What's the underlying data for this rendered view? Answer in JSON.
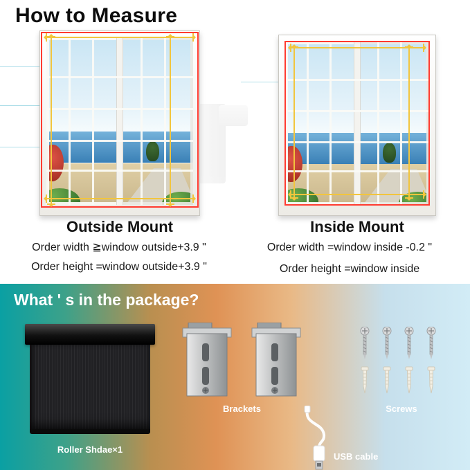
{
  "measure": {
    "title": "How to Measure",
    "outside": {
      "label": "Outside Mount",
      "line1": "Order width ≧window outside+3.9 \"",
      "line2": "Order height =window outside+3.9 \""
    },
    "inside": {
      "label": "Inside Mount",
      "line1": "Order width =window inside -0.2 \"",
      "line2": "Order height =window inside"
    }
  },
  "package": {
    "title": "What ' s in the package?",
    "items": [
      {
        "name": "roller-shade",
        "label": "Roller Shdae×1"
      },
      {
        "name": "brackets",
        "label": "Brackets"
      },
      {
        "name": "screws",
        "label": "Screws"
      },
      {
        "name": "usb-cable",
        "label": "USB cable"
      }
    ]
  },
  "colors": {
    "measure_arrow": "#f2c53d",
    "measure_outline": "#ff3b30",
    "package_gradient_left": "#0aa0a3",
    "package_gradient_middle": "#df9255",
    "package_gradient_right": "#d2ecf6",
    "text_dark": "#121212",
    "text_light": "#ffffff"
  }
}
